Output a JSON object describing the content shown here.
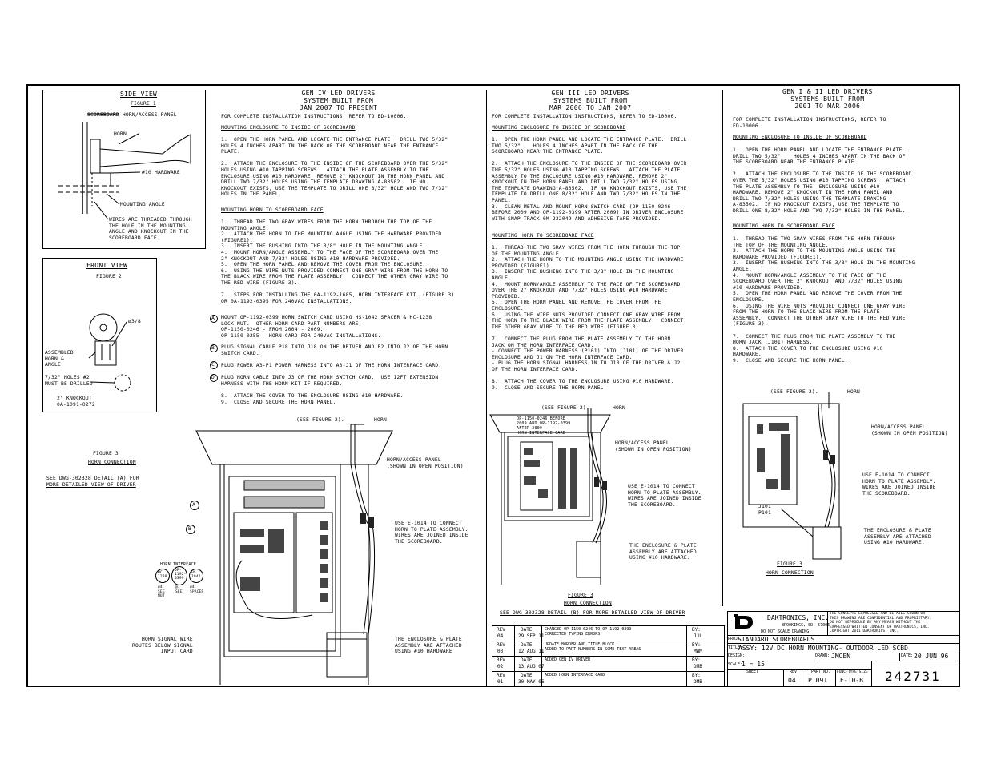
{
  "figure1": {
    "heading": "SIDE VIEW",
    "figure_label": "FIGURE 1",
    "labels": [
      "SCOREBOARD HORN/ACCESS PANEL",
      "HORN",
      "#10 HARDWARE",
      "MOUNTING ANGLE",
      "WIRES ARE THREADED THROUGH\nTHE HOLE IN THE MOUNTING\nANGLE AND KNOCKOUT IN THE\nSCOREBOARD FACE."
    ]
  },
  "figure2": {
    "heading": "FRONT VIEW",
    "figure_label": "FIGURE 2",
    "labels": [
      "ø3/8",
      "ASSEMBLED\nHORN &\nANGLE",
      "7/32\" HOLES #2\nMUST BE DRILLED",
      "2\" KNOCKOUT\n0A-1091-0272"
    ]
  },
  "figure3_left": {
    "title": "FIGURE 3",
    "subtitle": "HORN CONNECTION",
    "ref": "SEE DWG-302328 DETAIL (A) FOR\nMORE DETAILED VIEW OF DRIVER",
    "callouts": [
      "(SEE FIGURE 2).",
      "HORN",
      "HORN/ACCESS PANEL\n(SHOWN IN OPEN POSITION)",
      "USE E-1014 TO CONNECT\nHORN TO PLATE ASSEMBLY.\nWIRES ARE JOINED INSIDE\nTHE SCOREBOARD.",
      "THE ENCLOSURE & PLATE\nASSEMBLY ARE ATTACHED\nUSING #10 HARDWARE",
      "HORN SIGNAL WIRE\nROUTES BELOW SIGNAL\nINPUT CARD",
      "HORN INTERFACE"
    ],
    "circle_labels": [
      "A",
      "B",
      "C"
    ],
    "parts": [
      "HC\n1238",
      "OP-\n1192-\n0399",
      "HS\n1042"
    ],
    "part_notes": [
      "ø4\nSEE\nNUT",
      "@1\nSEE",
      "ø4\nSPACER"
    ]
  },
  "gen4": {
    "title": "GEN IV LED DRIVERS\nSYSTEM BUILT FROM\nJAN 2007 TO PRESENT",
    "ref": "FOR COMPLETE INSTALLATION INSTRUCTIONS, REFER TO ED-10006.",
    "sec1": "MOUNTING ENCLOSURE TO INSIDE OF SCOREBOARD",
    "body1": "1.  OPEN THE HORN PANEL AND LOCATE THE ENTRANCE PLATE.  DRILL TWO 5/32\"\nHOLES 4 INCHES APART IN THE BACK OF THE SCOREBOARD NEAR THE ENTRANCE\nPLATE.\n\n2.  ATTACH THE ENCLOSURE TO THE INSIDE OF THE SCOREBOARD OVER THE 5/32\"\nHOLES USING #10 TAPPING SCREWS.  ATTACH THE PLATE ASSEMBLY TO THE\nENCLOSURE USING #10 HARDWARE. REMOVE 2\" KNOCKOUT IN THE HORN PANEL AND\nDRILL TWO 7/32\" HOLES USING THE TEMPLATE DRAWING A-83502.  IF NO\nKNOCKOUT EXISTS, USE THE TEMPLATE TO DRILL ONE 8/32\" HOLE AND TWO 7/32\"\nHOLES IN THE PANEL.",
    "sec2": "MOUNTING HORN TO SCOREBOARD FACE",
    "body2": "1.  THREAD THE TWO GRAY WIRES FROM THE HORN THROUGH THE TOP OF THE\nMOUNTING ANGLE.\n2.  ATTACH THE HORN TO THE MOUNTING ANGLE USING THE HARDWARE PROVIDED\n(FIGURE1).\n3.  INSERT THE BUSHING INTO THE 3/8\" HOLE IN THE MOUNTING ANGLE.\n4.  MOUNT HORN/ANGLE ASSEMBLY TO THE FACE OF THE SCOREBOARD OVER THE\n2\" KNOCKOUT AND 7/32\" HOLES USING #10 HARDWARE PROVIDED.\n5.  OPEN THE HORN PANEL AND REMOVE THE COVER FROM THE ENCLOSURE.\n6.  USING THE WIRE NUTS PROVIDED CONNECT ONE GRAY WIRE FROM THE HORN TO\nTHE BLACK WIRE FROM THE PLATE ASSEMBLY.  CONNECT THE OTHER GRAY WIRE TO\nTHE RED WIRE (FIGURE 3).\n\n7.  STEPS FOR INSTALLING THE 0A-1192-1685, HORN INTERFACE KIT. (FIGURE 3)\nOR 0A-1192-0395 FOR 240VAC INSTALLATIONS.",
    "stepA": "MOUNT OP-1192-0399 HORN SWITCH CARD USING HS-1042 SPACER & HC-1238\nLOCK NUT.  OTHER HORN CARD PART NUMBERS ARE:\nOP-1150-0246 - FROM 2004 - 2009.\nOP-1150-0255 - HORN CARD FOR 240VAC INSTALLATIONS.",
    "stepB": "PLUG SIGNAL CABLE P18 INTO J18 ON THE DRIVER AND P2 INTO J2 OF THE HORN\nSWITCH CARD.",
    "stepC": "PLUG POWER A3-P1 POWER HARNESS INTO A3-J1 OF THE HORN INTERFACE CARD.",
    "stepD": "PLUG HORN CABLE INTO J3 OF THE HORN SWITCH CARD.  USE 12FT EXTENSION\nHARNESS WITH THE HORN KIT IF REQUIRED.",
    "body3": "8.  ATTACH THE COVER TO THE ENCLOSURE USING #10 HARDWARE.\n9.  CLOSE AND SECURE THE HORN PANEL."
  },
  "gen3": {
    "title": "GEN III LED DRIVERS\nSYSTEMS BUILT FROM\nMAR 2006 TO JAN 2007",
    "ref": "FOR COMPLETE INSTALLATION INSTRUCTIONS, REFER TO ED-10006.",
    "sec1": "MOUNTING ENCLOSURE TO INSIDE OF SCOREBOARD",
    "body1": "1.  OPEN THE HORN PANEL AND LOCATE THE ENTRANCE PLATE.  DRILL\nTWO 5/32\"    HOLES 4 INCHES APART IN THE BACK OF THE\nSCOREBOARD NEAR THE ENTRANCE PLATE.\n\n2.  ATTACH THE ENCLOSURE TO THE INSIDE OF THE SCOREBOARD OVER\nTHE 5/32\" HOLES USING #10 TAPPING SCREWS.  ATTACH THE PLATE\nASSEMBLY TO THE ENCLOSURE USING #10 HARDWARE. REMOVE 2\"\nKNOCKOUT IN THE HORN PANEL AND DRILL TWO 7/32\" HOLES USING\nTHE TEMPLATE DRAWING A-83502.  IF NO KNOCKOUT EXISTS, USE THE\nTEMPLATE TO DRILL ONE 8/32\" HOLE AND TWO 7/32\" HOLES IN THE\nPANEL.\n3.  CLEAN METAL AND MOUNT HORN SWITCH CARD (OP-1150-0246\nBEFORE 2009 AND OP-1192-0399 AFTER 2009) IN DRIVER ENCLOSURE\nWITH SNAP TRACK 0M-222049 AND ADHESIVE TAPE PROVIDED.",
    "sec2": "MOUNTING HORN TO SCOREBOARD FACE",
    "body2": "1.  THREAD THE TWO GRAY WIRES FROM THE HORN THROUGH THE TOP\nOF THE MOUNTING ANGLE.\n2.  ATTACH THE HORN TO THE MOUNTING ANGLE USING THE HARDWARE\nPROVIDED (FIGURE1).\n3.  INSERT THE BUSHING INTO THE 3/8\" HOLE IN THE MOUNTING\nANGLE.\n4.  MOUNT HORN/ANGLE ASSEMBLY TO THE FACE OF THE SCOREBOARD\nOVER THE 2\" KNOCKOUT AND 7/32\" HOLES USING #10 HARDWARE\nPROVIDED.\n5.  OPEN THE HORN PANEL AND REMOVE THE COVER FROM THE\nENCLOSURE.\n6.  USING THE WIRE NUTS PROVIDED CONNECT ONE GRAY WIRE FROM\nTHE HORN TO THE BLACK WIRE FROM THE PLATE ASSEMBLY.  CONNECT\nTHE OTHER GRAY WIRE TO THE RED WIRE (FIGURE 3).\n\n7.  CONNECT THE PLUG FROM THE PLATE ASSEMBLY TO THE HORN\nJACK ON THE HORN INTERFACE CARD.\n- CONNECT THE POWER HARNESS (P101) INTO (J101) OF THE DRIVER\nENCLOSURE AND J1 ON THE HORN INTERFACE CARD.\n- PLUG THE HORN SIGNAL HARNESS IN TO J18 OF THE DRIVER & J2\nOF THE HORN INTERFACE CARD.\n\n8.  ATTACH THE COVER TO THE ENCLOSURE USING #10 HARDWARE.\n9.  CLOSE AND SECURE THE HORN PANEL.",
    "fig_callouts": [
      "(SEE FIGURE 2).",
      "HORN",
      "OP-1150-0246 BEFORE\n2009 AND OP-1192-0399\nAFTER 2009\nHORN INTERFACE CARD",
      "HORN/ACCESS PANEL\n(SHOWN IN OPEN POSITION)",
      "USE E-1014 TO CONNECT\nHORN TO PLATE ASSEMBLY.\nWIRES ARE JOINED INSIDE\nTHE SCOREBOARD.",
      "THE ENCLOSURE & PLATE\nASSEMBLY ARE ATTACHED\nUSING #10 HARDWARE."
    ],
    "fig_title": "FIGURE 3",
    "fig_subtitle": "HORN CONNECTION",
    "fig_ref": "SEE DWG-302328 DETAIL (B) FOR MORE DETAILED VIEW OF DRIVER"
  },
  "gen12": {
    "title": "GEN I & II LED DRIVERS\nSYSTEMS BUILT FROM\n2001 TO MAR 2006",
    "ref": "FOR COMPLETE INSTALLATION INSTRUCTIONS, REFER TO\nED-10006.",
    "sec1": "MOUNTING ENCLOSURE TO INSIDE OF SCOREBOARD",
    "body1": "1.  OPEN THE HORN PANEL AND LOCATE THE ENTRANCE PLATE.\nDRILL TWO 5/32\"    HOLES 4 INCHES APART IN THE BACK OF\nTHE SCOREBOARD NEAR THE ENTRANCE PLATE.\n\n2.  ATTACH THE ENCLOSURE TO THE INSIDE OF THE SCOREBOARD\nOVER THE 5/32\" HOLES USING #10 TAPPING SCREWS.  ATTACH\nTHE PLATE ASSEMBLY TO THE  ENCLOSURE USING #10\nHARDWARE. REMOVE 2\" KNOCKOUT IN THE HORN PANEL AND\nDRILL TWO 7/32\" HOLES USING THE TEMPLATE DRAWING\nA-83502.  IF NO KNOCKOUT EXISTS, USE THE TEMPLATE TO\nDRILL ONE 8/32\" HOLE AND TWO 7/32\" HOLES IN THE PANEL.",
    "sec2": "MOUNTING HORN TO SCOREBOARD FACE",
    "body2": "1.  THREAD THE TWO GRAY WIRES FROM THE HORN THROUGH\nTHE TOP OF THE MOUNTING ANGLE.\n2.  ATTACH THE HORN TO THE MOUNTING ANGLE USING THE\nHARDWARE PROVIDED (FIGURE1).\n3.  INSERT THE BUSHING INTO THE 3/8\" HOLE IN THE MOUNTING\nANGLE.\n4.  MOUNT HORN/ANGLE ASSEMBLY TO THE FACE OF THE\nSCOREBOARD OVER THE 2\" KNOCKOUT AND 7/32\" HOLES USING\n#10 HARDWARE PROVIDED.\n5.  OPEN THE HORN PANEL AND REMOVE THE COVER FROM THE\nENCLOSURE.\n6.  USING THE WIRE NUTS PROVIDED CONNECT ONE GRAY WIRE\nFROM THE HORN TO THE BLACK WIRE FROM THE PLATE\nASSEMBLY.  CONNECT THE OTHER GRAY WIRE TO THE RED WIRE\n(FIGURE 3).\n\n7.  CONNECT THE PLUG FROM THE PLATE ASSEMBLY TO THE\nHORN JACK (J101) HARNESS.\n8.  ATTACH THE COVER TO THE ENCLOSURE USING #10\nHARDWARE.\n9.  CLOSE AND SECURE THE HORN PANEL.",
    "fig_callouts": [
      "(SEE FIGURE 2).",
      "HORN",
      "HORN/ACCESS PANEL\n(SHOWN IN OPEN POSITION)",
      "USE E-1014 TO CONNECT\nHORN TO PLATE ASSEMBLY.\nWIRES ARE JOINED INSIDE\nTHE SCOREBOARD.",
      "THE ENCLOSURE & PLATE\nASSEMBLY ARE ATTACHED\nUSING #10 HARDWARE.",
      "J101\nP101"
    ],
    "fig_title": "FIGURE 3",
    "fig_subtitle": "HORN CONNECTION"
  },
  "revisions": [
    {
      "rev": "04",
      "date": "29 SEP 11",
      "desc": "CHANGED OP-1150-0246 TO OP-1192-0399\nCORRECTED TYPING ERRORS",
      "by": "JJL"
    },
    {
      "rev": "03",
      "date": "12 AUG 11",
      "desc": "UPDATE BORDER AND TITLE BLOCK.\nADDED TO PART NUMBERS IN SOME TEXT AREAS",
      "by": "MWM"
    },
    {
      "rev": "02",
      "date": "13 AUG 07",
      "desc": "ADDED GEN IV DRIVER",
      "by": "DMB"
    },
    {
      "rev": "01",
      "date": "30 MAY 06",
      "desc": "ADDED HORN INTERFACE CARD",
      "by": "DMB"
    }
  ],
  "rev_headers": {
    "rev": "REV",
    "date": "DATE",
    "by": "BY:"
  },
  "title_block": {
    "company": "DAKTRONICS, INC.",
    "address": "BROOKINGS, SD  57006",
    "no_scale": "DO NOT SCALE DRAWING",
    "notice": "THE CONCEPTS EXPRESSED AND DETAILS SHOWN ON\nTHIS DRAWING ARE CONFIDENTIAL AND PROPRIETARY.\nDO NOT REPRODUCE BY ANY MEANS WITHOUT THE\nEXPRESSED WRITTEN CONSENT OF DAKTRONICS, INC.\nCOPYRIGHT 2011 DAKTRONICS, INC.",
    "proj_label": "PROJ:",
    "proj": "STANDARD SCOREBOARDS",
    "title_label": "TITLE:",
    "title": "ASSY: 12V DC HORN MOUNTING- OUTDOOR LED SCBD",
    "design_label": "DESIGN:",
    "drawn_label": "DRAWN:",
    "drawn": "JMOEN",
    "date_label": "DATE:",
    "date": "20 JUN 96",
    "scale_label": "SCALE:",
    "scale": "1 = 15",
    "sheet_label": "SHEET",
    "rev_label": "REV",
    "part_label": "PART NO.",
    "func_label": "FUNC-TYPE-SIZE",
    "rev": "04",
    "part": "P1091",
    "func": "E-10-B",
    "dwg": "242731"
  }
}
